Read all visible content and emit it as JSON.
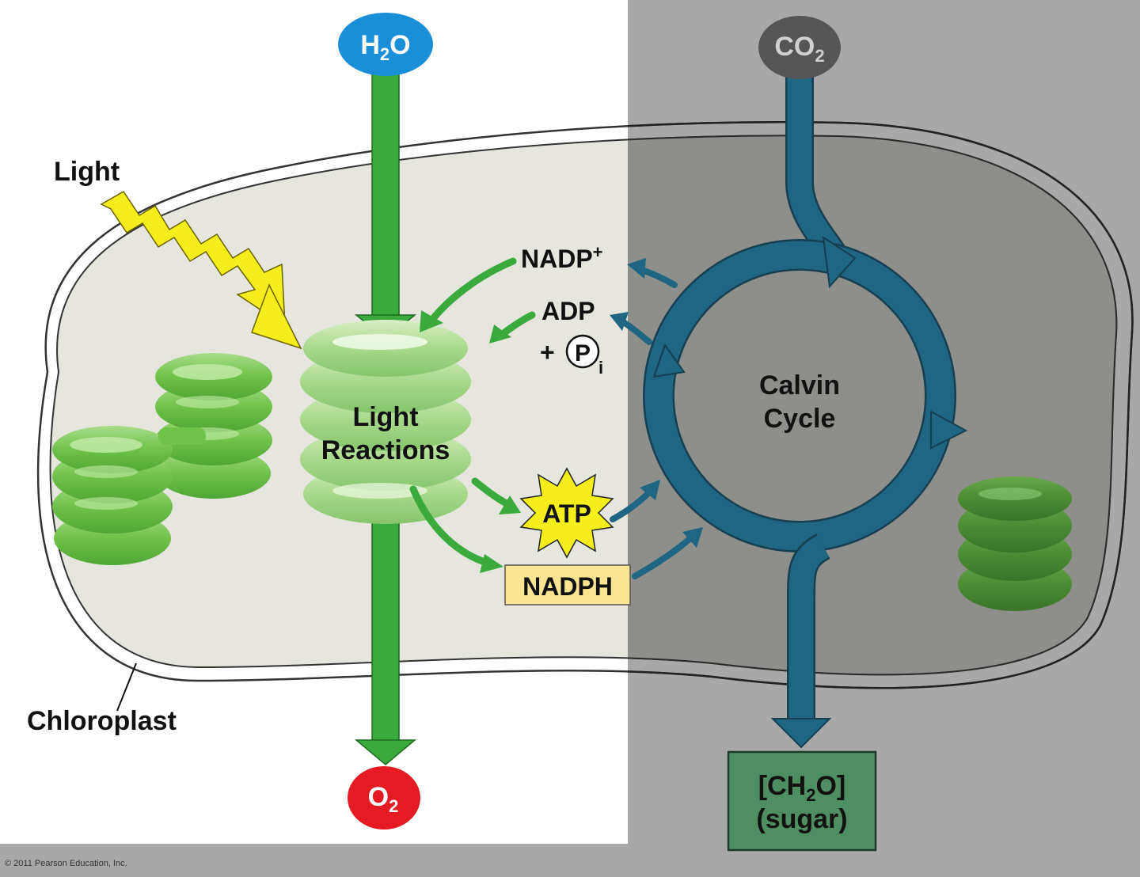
{
  "labels": {
    "light": "Light",
    "chloroplast": "Chloroplast",
    "light_reactions": [
      "Light",
      "Reactions"
    ],
    "calvin_cycle": [
      "Calvin",
      "Cycle"
    ],
    "nadp_plus": {
      "base": "NADP",
      "sup": "+"
    },
    "adp": "ADP",
    "plus_pi": {
      "plus": "+",
      "p": "P",
      "sub": "i"
    },
    "atp": "ATP",
    "nadph": "NADPH",
    "h2o": {
      "a": "H",
      "sub": "2",
      "b": "O"
    },
    "co2": {
      "a": "CO",
      "sub": "2"
    },
    "o2": {
      "a": "O",
      "sub": "2"
    },
    "sugar": {
      "line1_a": "[CH",
      "line1_sub": "2",
      "line1_b": "O]",
      "line2": "(sugar)"
    }
  },
  "credit": "© 2011 Pearson Education, Inc.",
  "colors": {
    "green_arrow": "#3aaa3c",
    "blue_arrow": "#1e6682",
    "h2o_badge": "#1a8fd8",
    "co2_badge": "#555555",
    "o2_badge": "#e51b24",
    "light_bolt": "#f5ee1c",
    "atp_star": "#f5ee1c",
    "nadph_box": "#fbe492",
    "sugar_box": "#4f8e62",
    "stroma_left": "#e6e6de",
    "stroma_right": "#8e8e8a",
    "panel_right": "#a8a8a8"
  }
}
